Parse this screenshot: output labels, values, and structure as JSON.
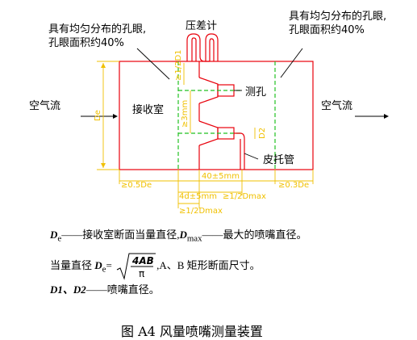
{
  "labels": {
    "hole_note_left_1": "具有均匀分布的孔眼,",
    "hole_note_left_2": "孔眼面积约40%",
    "hole_note_right_1": "具有均匀分布的孔眼,",
    "hole_note_right_2": "孔眼面积约40%",
    "manometer": "压差计",
    "airflow_left": "空气流",
    "airflow_right": "空气流",
    "receiving_chamber": "接收室",
    "measuring_hole": "测孔",
    "pitot_tube": "皮托管",
    "De": "De",
    "D2": "D2",
    "dim_top": "≥1/2D1",
    "dim_3mm": "≥3mm",
    "dim_05De": "≥0.5De",
    "dim_40": "40±5mm",
    "dim_4d": "4d±5mm",
    "dim_half_dmax": "≥1/2Dmax",
    "dim_half_dmax_2": "≥1/2Dmax",
    "dim_03De": "≥0.3De"
  },
  "captions": {
    "line1_sym1": "D",
    "line1_sub1": "e",
    "line1_text1": "——接收室断面当量直径,",
    "line1_sym2": "D",
    "line1_sub2": "max",
    "line1_text2": "——最大的喷嘴直径。",
    "line2_text1": "当量直径 ",
    "line2_sym": "D",
    "line2_sub": "e",
    "line2_eq": "=",
    "line2_num": "4AB",
    "line2_den": "π",
    "line2_text2": ",A、B 矩形断面尺寸。",
    "line3_sym": "D1、D2",
    "line3_text": "——喷嘴直径。"
  },
  "title": "图 A4    风量喷嘴测量装置"
}
